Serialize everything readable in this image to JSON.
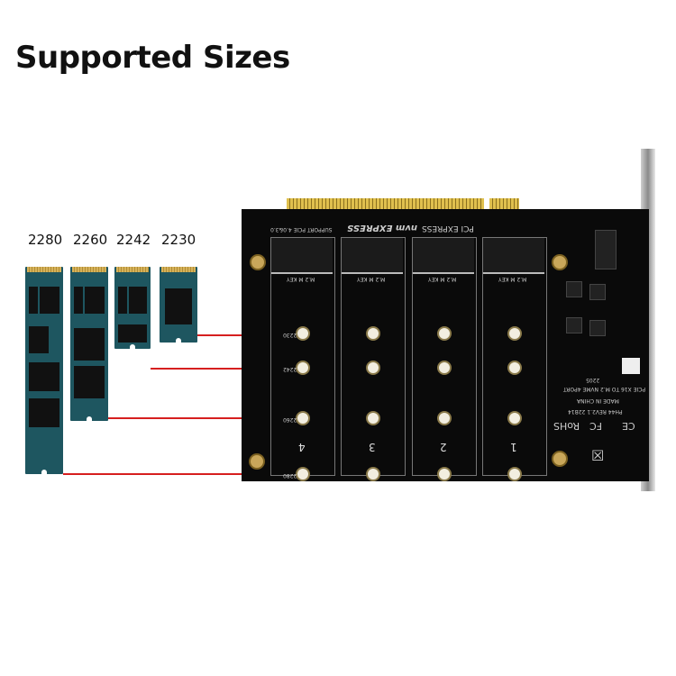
{
  "title": "Supported Sizes",
  "sizes": [
    "2280",
    "2260",
    "2242",
    "2230"
  ],
  "pcb": {
    "slot_numbers": [
      "4",
      "3",
      "2",
      "1"
    ],
    "hole_labels": [
      "2230",
      "2242",
      "2260",
      "2280"
    ],
    "key_label": "M.2 M KEY",
    "support_text": "SUPPORT PCIE 4.0&3.0",
    "logos": [
      "nvm EXPRESS",
      "PCI EXPRESS"
    ],
    "product_text": "PCIE X16 TO M.2 NVME 4PORT",
    "made_in": "MADE IN CHINA",
    "rev": "PH44 REV2.1 22B14",
    "date_code": "2205",
    "marks": [
      "RoHS",
      "FC",
      "CE"
    ]
  },
  "colors": {
    "ssd": "#1e5660",
    "lines": "#d61f1f",
    "pcb": "#0a0a0a"
  }
}
